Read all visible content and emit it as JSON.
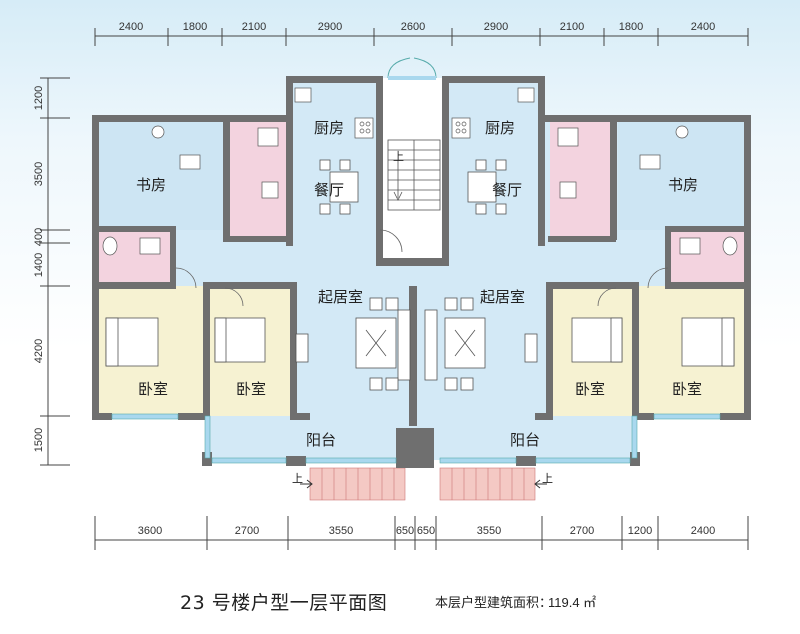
{
  "top_dims": [
    "2400",
    "1800",
    "2100",
    "2900",
    "2600",
    "2900",
    "2100",
    "1800",
    "2400"
  ],
  "bottom_dims": [
    "3600",
    "2700",
    "3550",
    "650",
    "650",
    "3550",
    "2700",
    "1200",
    "2400"
  ],
  "left_dims": [
    "1200",
    "3500",
    "400",
    "1400",
    "4200",
    "1500"
  ],
  "rooms": {
    "kitchen": "厨房",
    "dining": "餐厅",
    "study": "书房",
    "living": "起居室",
    "bedroom": "卧室",
    "balcony": "阳台",
    "up": "上"
  },
  "title": "23 号楼户型一层平面图",
  "area_label": "本层户型建筑面积：",
  "area_value": "119.4 ㎡",
  "colors": {
    "wall": "#6f6f6f",
    "living_fill": "#d3e9f6",
    "study_fill": "#cde5f3",
    "bath_fill": "#f3d3df",
    "bedroom_fill": "#f6f2d2",
    "stair_fill": "#ffffff",
    "step_fill": "#f4c9c4"
  }
}
